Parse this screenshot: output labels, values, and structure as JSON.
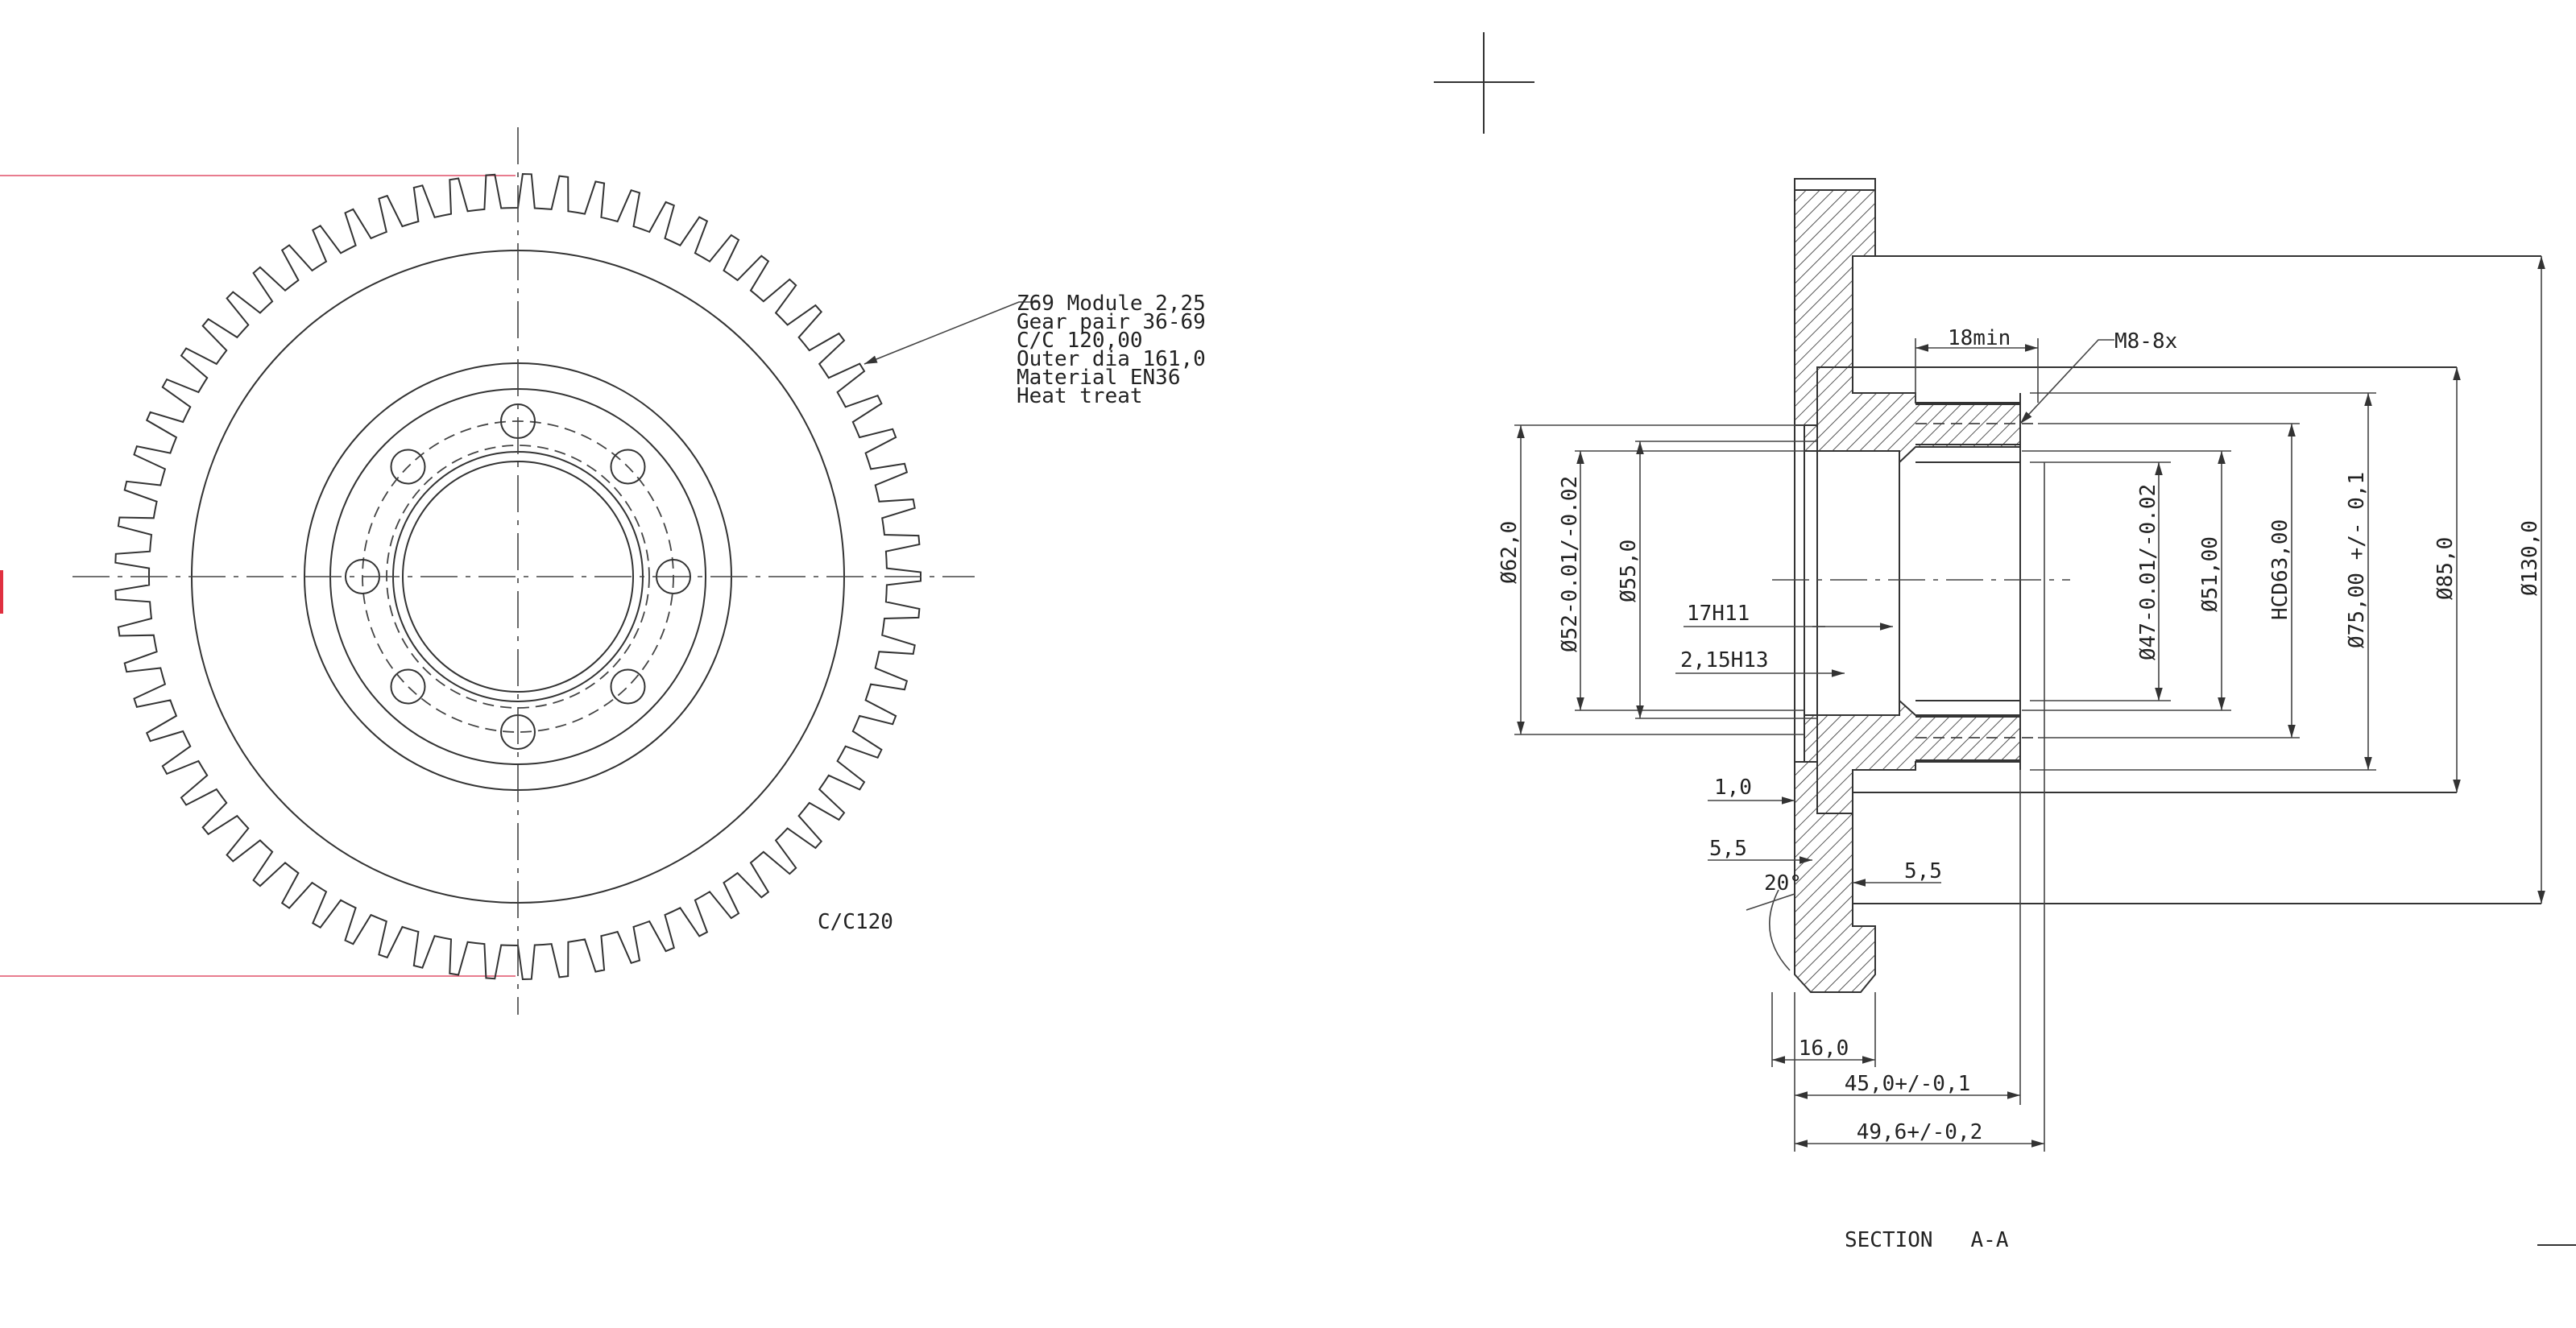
{
  "colors": {
    "line": "#333333",
    "accent": "#e03040",
    "hatch": "#666666"
  },
  "gear_note": [
    "Z69 Module 2,25",
    "Gear pair 36-69",
    "C/C 120,00",
    "Outer dia 161,0",
    "Material EN36",
    "Heat treat"
  ],
  "cc_label": "C/C120",
  "section_title": "SECTION   A-A",
  "dims": {
    "d18min": "18min",
    "m8": "M8-8x",
    "d62": "Ø62,0",
    "d52": "Ø52-0.01/-0.02",
    "d55": "Ø55,0",
    "h17": "17H11",
    "h215": "2,15H13",
    "d47": "Ø47-0.01/-0.02",
    "d51": "Ø51,00",
    "hcd": "HCD63,00",
    "d75": "Ø75,00 +/- 0,1",
    "d85": "Ø85,0",
    "d130": "Ø130,0",
    "t10": "1,0",
    "t55a": "5,5",
    "t55b": "5,5",
    "a20": "20°",
    "l16": "16,0",
    "l45": "45,0+/-0,1",
    "l496": "49,6+/-0,2"
  }
}
